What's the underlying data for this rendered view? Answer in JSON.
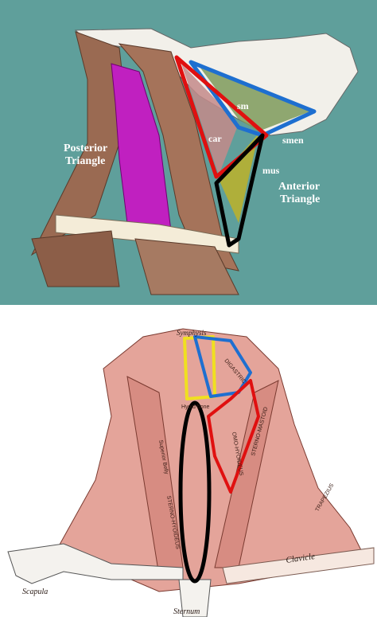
{
  "top_figure": {
    "labels": {
      "posterior_line1": "Posterior",
      "posterior_line2": "Triangle",
      "anterior_line1": "Anterior",
      "anterior_line2": "Triangle",
      "sm": "sm",
      "car": "car",
      "smen": "smen",
      "mus": "mus"
    },
    "colors": {
      "background": "#5f9f9b",
      "submandibular_outline": "#1e6fd0",
      "carotid_outline": "#e01010",
      "muscular_outline": "#000000",
      "posterior_fill": "#c020c0",
      "muscular_fill": "#b8b030"
    }
  },
  "bottom_figure": {
    "labels": {
      "symphysis": "Symphysis",
      "sternum": "Sternum",
      "scapula": "Scapula",
      "clavicle": "Clavicle",
      "digastric": "DIGASTRIC",
      "omo_hyoideus": "OMO-HYOIDEUS",
      "sterno_hyoideus": "STERNO-HYOIDEUS",
      "sterno_mastoid": "STERNO-MASTOID",
      "trapezius": "TRAPEZIUS",
      "hyoid_bone": "Hyoid bone",
      "superior_belly": "Superior Belly"
    },
    "colors": {
      "submental_outline": "#f0e020",
      "submandibular_outline": "#1e6fd0",
      "carotid_outline": "#e01010",
      "muscular_outline": "#000000",
      "muscle_fill": "#e4a49a"
    }
  }
}
